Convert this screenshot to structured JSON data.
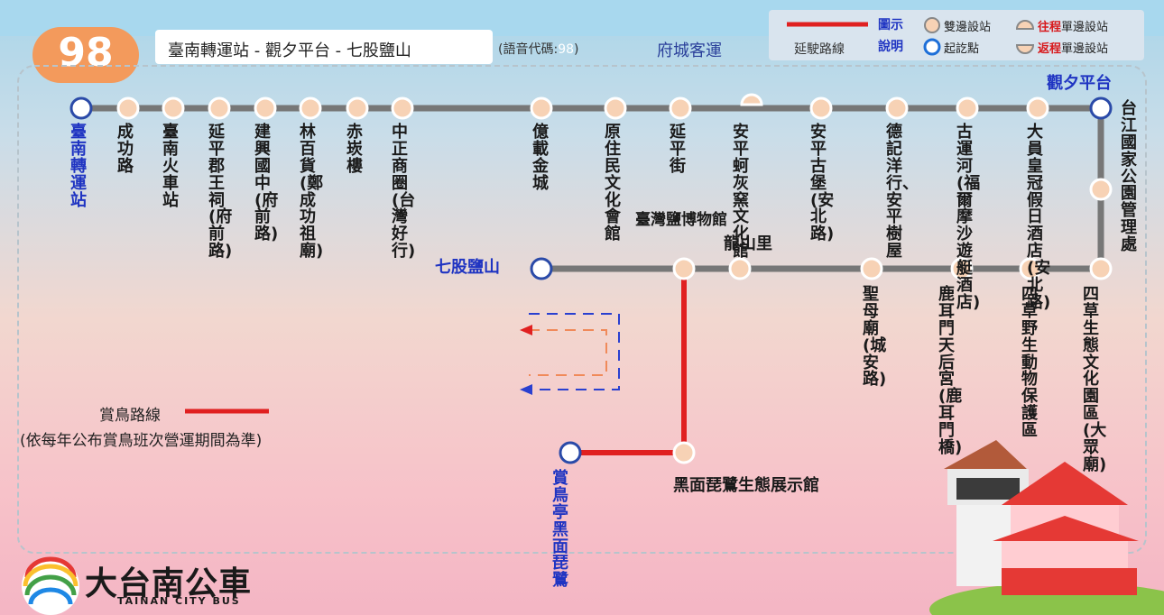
{
  "route": {
    "number": "98",
    "title": "臺南轉運站 - 觀夕平台 - 七股鹽山",
    "voice_code_label": "(語音代碼:",
    "voice_code": "98",
    "voice_code_close": ")",
    "operator": "府城客運"
  },
  "legend": {
    "extension_label": "延駛路線",
    "legend_title_1": "圖示",
    "legend_title_2": "說明",
    "both_side": "雙邊設站",
    "terminal": "起訖點",
    "outbound_word": "往程",
    "outbound_rest": "單邊設站",
    "return_word": "返程",
    "return_rest": "單邊設站",
    "bird_route": "賞鳥路線",
    "bird_note": "(依每年公布賞鳥班次營運期間為準)"
  },
  "stops_top": [
    {
      "name": "臺南轉運站",
      "terminal": true
    },
    {
      "name": "成功路"
    },
    {
      "name": "臺南火車站"
    },
    {
      "name": "延平郡王祠(府前路)"
    },
    {
      "name": "建興國中(府前路)"
    },
    {
      "name": "林百貨(鄭成功祖廟)"
    },
    {
      "name": "赤崁樓"
    },
    {
      "name": "中正商圈(台灣好行)"
    },
    {
      "name": "億載金城"
    },
    {
      "name": "原住民文化會館"
    },
    {
      "name": "延平街"
    },
    {
      "name": "安平蚵灰窯文化館"
    },
    {
      "name": "安平古堡(安北路)"
    },
    {
      "name": "德記洋行、安平樹屋"
    },
    {
      "name": "古運河(福爾摩沙遊艇酒店)"
    },
    {
      "name": "大員皇冠假日酒店(安北路)"
    }
  ],
  "stop_right_top": {
    "name": "觀夕平台"
  },
  "stop_right_mid": {
    "name": "台江國家公園管理處"
  },
  "stops_bottom": [
    {
      "name": "七股鹽山"
    },
    {
      "name": "臺灣鹽博物館"
    },
    {
      "name": "龍山里"
    },
    {
      "name": "聖母廟(城安路)"
    },
    {
      "name": "鹿耳門天后宮(鹿耳門橋)"
    },
    {
      "name": "四草野生動物保護區"
    },
    {
      "name": "四草生態文化園區(大眾廟)"
    }
  ],
  "stops_branch": [
    {
      "name": "黑面琵鷺生態展示館"
    },
    {
      "name": "賞鳥亭黑面琵鷺"
    }
  ],
  "brand": {
    "name": "大台南公車",
    "sub": "TAINAN CITY BUS"
  },
  "colors": {
    "route_line": "#777777",
    "extension": "#e02020",
    "terminal": "#2a4aa8",
    "stop_fill": "#f7d2b5",
    "badge": "#f39a5c",
    "blue_text": "#1f34c2",
    "red_text": "#d8191c"
  }
}
